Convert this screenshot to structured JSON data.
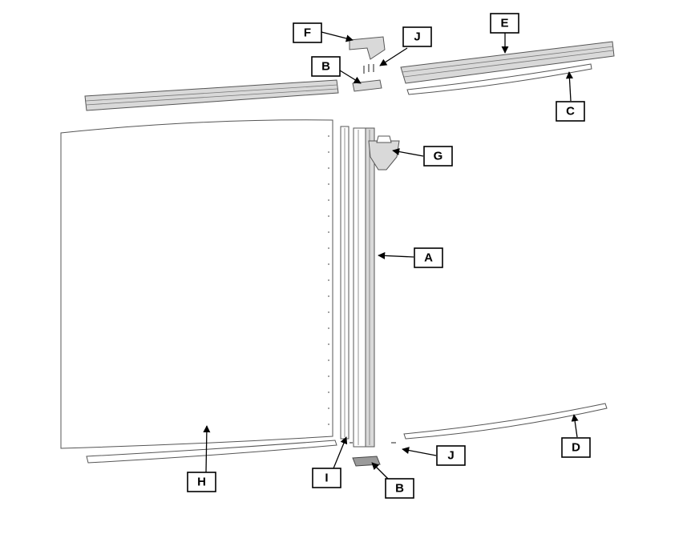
{
  "callouts": [
    {
      "id": "F",
      "label": "F",
      "part": "top-cap"
    },
    {
      "id": "J1",
      "label": "J",
      "part": "screws-top"
    },
    {
      "id": "B1",
      "label": "B",
      "part": "top-plate"
    },
    {
      "id": "E",
      "label": "E",
      "part": "top-rail"
    },
    {
      "id": "C",
      "label": "C",
      "part": "top-rail-stabilizer"
    },
    {
      "id": "G",
      "label": "G",
      "part": "upright-cap-bracket"
    },
    {
      "id": "A",
      "label": "A",
      "part": "upright"
    },
    {
      "id": "H",
      "label": "H",
      "part": "wall-panel"
    },
    {
      "id": "I",
      "label": "I",
      "part": "connector-strip"
    },
    {
      "id": "J2",
      "label": "J",
      "part": "screws-bottom"
    },
    {
      "id": "B2",
      "label": "B",
      "part": "bottom-plate"
    },
    {
      "id": "D",
      "label": "D",
      "part": "bottom-rail"
    }
  ],
  "colors": {
    "line": "#000000",
    "part_outline": "#555555",
    "part_fill": "#d9d9d9"
  }
}
